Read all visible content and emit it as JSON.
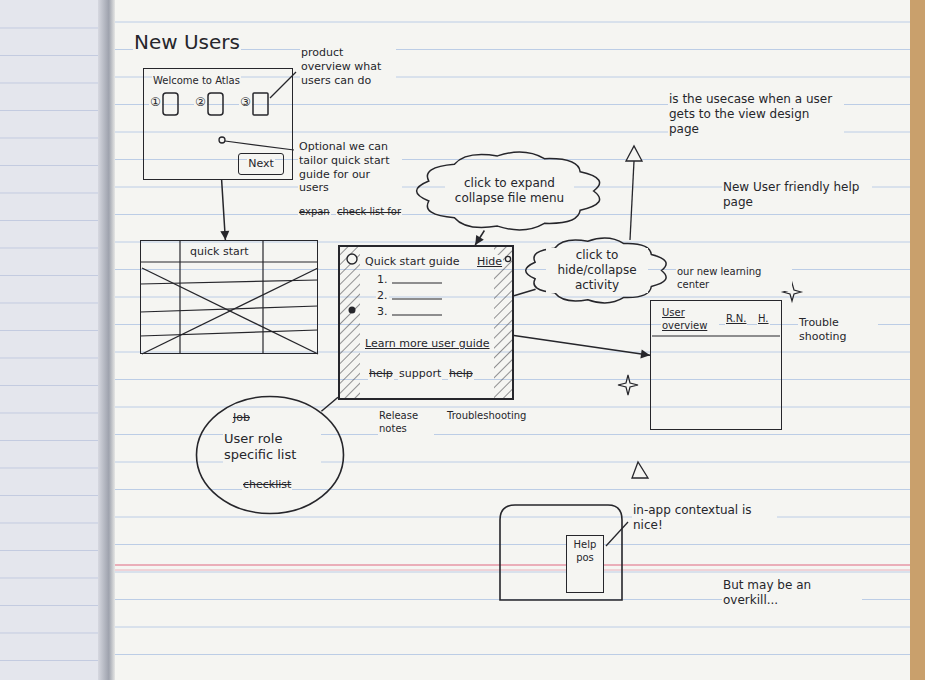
{
  "diagram": {
    "title": "New Users",
    "nodes": [
      {
        "text": [
          "Welcome to Atlas"
        ]
      },
      {
        "text": [
          "Next"
        ],
        "in": 0
      },
      {
        "text": [
          "quick start"
        ]
      },
      {
        "text": [
          "click to expand collapse file menu"
        ]
      },
      {
        "text": [
          "click to hide/collapse activity"
        ]
      },
      {
        "text": [
          "Quick start guide",
          "Hide",
          "1.",
          "2.",
          "3.",
          "Learn more user guide",
          "help",
          "support",
          "help"
        ]
      },
      {
        "text": [
          "User overview",
          "R.N.",
          "H."
        ]
      },
      {
        "text": [
          "User role specific list"
        ]
      },
      {
        "text": [
          "Help",
          "pos"
        ]
      }
    ],
    "edges": [
      {
        "from": 0,
        "to": 2,
        "arrow": "to"
      },
      {
        "from": 3,
        "to": 5,
        "arrow": "to"
      },
      {
        "from": 4,
        "to": 5,
        "arrow": "none"
      },
      {
        "from": 5,
        "to": 6,
        "arrow": "to"
      },
      {
        "from": 7,
        "to": 5,
        "arrow": "none"
      }
    ],
    "labels": [
      "①",
      "②",
      "③",
      "product overview what users can do",
      "Optional we can tailor quick start guide for our users",
      "expan",
      "check list for",
      "is the usecase when a user gets to the view design page",
      "New User friendly help page",
      "our new learning center",
      "Trouble shooting",
      "Release notes",
      "Troubleshooting",
      "Job",
      "checklist",
      "in-app contextual is nice!",
      "But may be an overkill..."
    ]
  }
}
